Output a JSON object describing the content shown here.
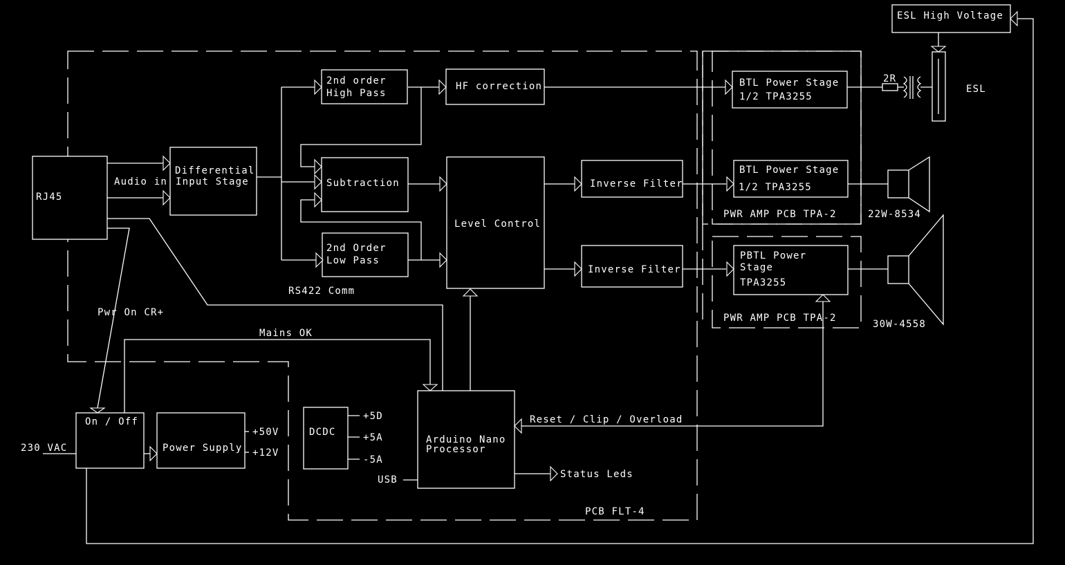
{
  "diagram": {
    "background": "#000000",
    "foreground": "#ffffff",
    "blocks": {
      "rj45": "RJ45",
      "diff_input_l1": "Differential",
      "diff_input_l2": "Input Stage",
      "high_pass_l1": "2nd order",
      "high_pass_l2": "High Pass",
      "hf_correction": "HF correction",
      "subtraction": "Subtraction",
      "low_pass_l1": "2nd Order",
      "low_pass_l2": "Low Pass",
      "level_control": "Level Control",
      "inverse_filter_1": "Inverse Filter",
      "inverse_filter_2": "Inverse Filter",
      "btl_1_l1": "BTL Power Stage",
      "btl_1_l2": "1/2 TPA3255",
      "btl_2_l1": "BTL Power Stage",
      "btl_2_l2": "1/2 TPA3255",
      "pbtl_l1": "PBTL Power",
      "pbtl_l2": "Stage",
      "pbtl_l3": "TPA3255",
      "esl_high_voltage": "ESL High Voltage",
      "esl": "ESL",
      "on_off": "On / Off",
      "power_supply": "Power Supply",
      "dcdc": "DCDC",
      "arduino_l1": "Arduino Nano",
      "arduino_l2": "Processor"
    },
    "labels": {
      "audio_in": "Audio in",
      "rs422": "RS422 Comm",
      "pwr_on": "Pwr On CR+",
      "mains_ok": "Mains OK",
      "vac": "230 VAC",
      "v50": "+50V",
      "v12": "+12V",
      "p5d": "+5D",
      "p5a": "+5A",
      "m5a": "-5A",
      "usb": "USB",
      "reset_clip": "Reset / Clip / Overload",
      "status_leds": "Status Leds",
      "pcb_flt4": "PCB FLT-4",
      "pwr_amp_1": "PWR AMP PCB TPA-2",
      "pwr_amp_2": "PWR AMP PCB TPA-2",
      "resistor": "2R",
      "speaker_1": "22W-8534",
      "speaker_2": "30W-4558"
    }
  }
}
